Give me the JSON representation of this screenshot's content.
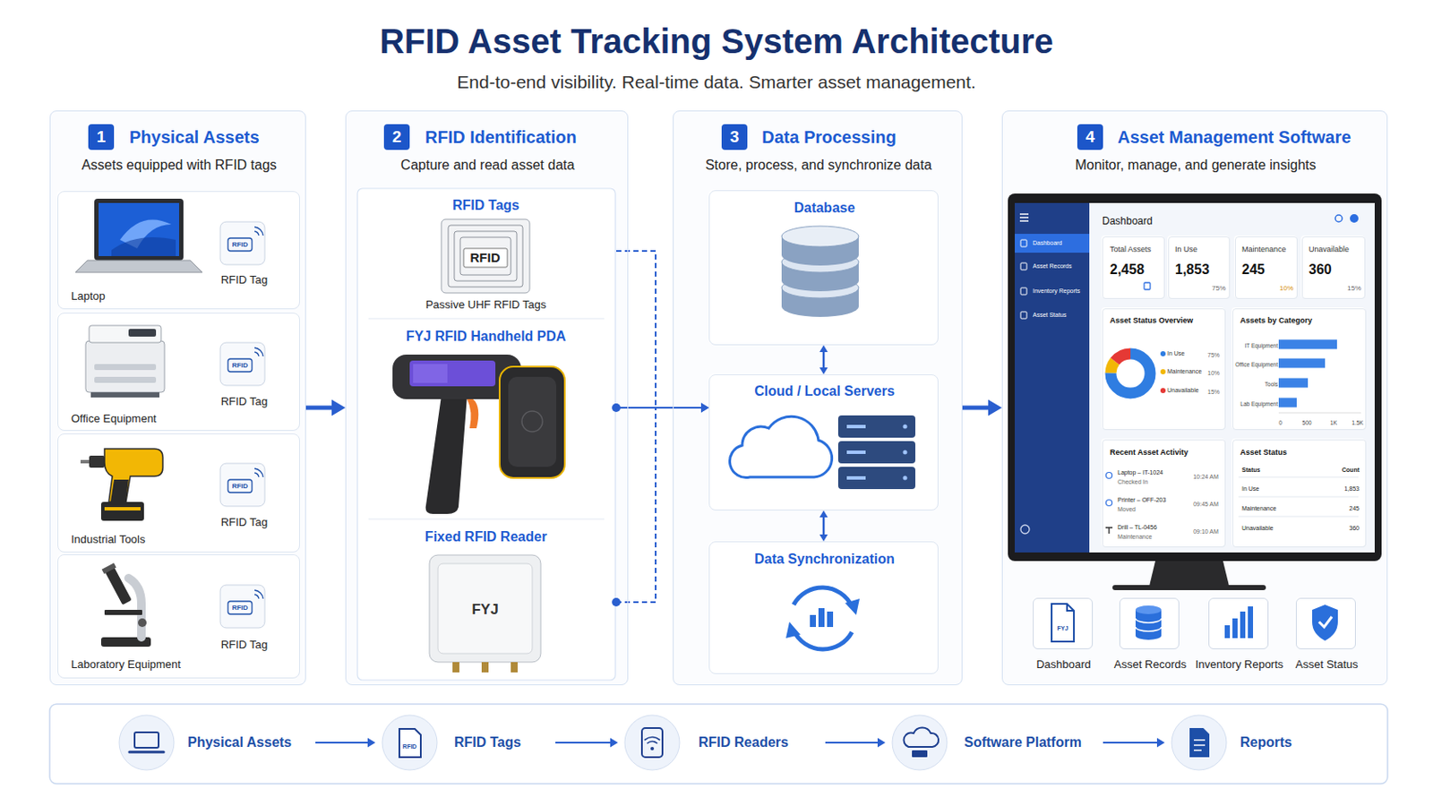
{
  "diagram": {
    "title": "RFID Asset Tracking System Architecture",
    "nodes": [
      {
        "text": [
          "1",
          "Physical Assets",
          "Assets equipped with RFID tags"
        ]
      },
      {
        "text": [
          "Laptop",
          "RFID Tag"
        ],
        "in": 0
      },
      {
        "text": [
          "Office Equipment",
          "RFID Tag"
        ],
        "in": 0
      },
      {
        "text": [
          "Industrial Tools",
          "RFID Tag"
        ],
        "in": 0
      },
      {
        "text": [
          "Laboratory Equipment",
          "RFID Tag"
        ],
        "in": 0
      },
      {
        "text": [
          "2",
          "RFID Identification",
          "Capture and read asset data"
        ]
      },
      {
        "text": [
          "RFID Tags",
          "Passive UHF RFID Tags"
        ],
        "in": 5
      },
      {
        "text": [
          "FYJ RFID Handheld PDA"
        ],
        "in": 5
      },
      {
        "text": [
          "Fixed RFID Reader"
        ],
        "in": 5
      },
      {
        "text": [
          "3",
          "Data Processing",
          "Store, process, and synchronize data"
        ]
      },
      {
        "text": [
          "Database"
        ],
        "in": 9
      },
      {
        "text": [
          "Cloud / Local Servers"
        ],
        "in": 9
      },
      {
        "text": [
          "Data Synchronization"
        ],
        "in": 9
      },
      {
        "text": [
          "4",
          "Asset Management Software",
          "Monitor, manage, and generate insights"
        ]
      },
      {
        "text": [
          "Total Assets",
          "2,458"
        ],
        "in": 13
      },
      {
        "text": [
          "In Use",
          "1,853",
          "75%"
        ],
        "in": 13
      },
      {
        "text": [
          "Maintenance",
          "245",
          "10%"
        ],
        "in": 13
      },
      {
        "text": [
          "Unavailable",
          "360",
          "15%"
        ],
        "in": 13
      },
      {
        "text": [
          "Asset Status Overview",
          "75%",
          "10%",
          "15%"
        ],
        "in": 13
      },
      {
        "text": [
          "Assets by Category",
          "IT Equipment",
          "Office Equipment",
          "Tools",
          "Lab Equipment",
          "0",
          "500",
          "1K",
          "1.5K"
        ],
        "in": 13
      },
      {
        "text": [
          "Recent Asset Activity",
          "Laptop – IT-1024",
          "Checked In",
          "10:24 AM",
          "Printer – OFF-203",
          "Moved",
          "09:45 AM",
          "Drill – TL-0456",
          "Maintenance",
          "09:10 AM"
        ],
        "in": 13
      },
      {
        "text": [
          "Asset Status",
          "Status",
          "Count",
          "In Use",
          "1,853",
          "Maintenance",
          "245",
          "Unavailable",
          "360"
        ],
        "in": 13
      },
      {
        "text": [
          "Dashboard"
        ],
        "in": 13
      },
      {
        "text": [
          "Asset Records"
        ],
        "in": 13
      },
      {
        "text": [
          "Inventory Reports"
        ],
        "in": 13
      },
      {
        "text": [
          "Asset Status"
        ],
        "in": 13
      },
      {
        "text": [
          "Physical Assets"
        ]
      },
      {
        "text": [
          "RFID Tags"
        ]
      },
      {
        "text": [
          "RFID Readers"
        ]
      },
      {
        "text": [
          "Software Platform"
        ]
      },
      {
        "text": [
          "Reports"
        ]
      }
    ],
    "edges": [
      {
        "from": 0,
        "to": 5,
        "arrow": "to"
      },
      {
        "from": 6,
        "to": 11,
        "arrow": "to"
      },
      {
        "from": 7,
        "to": 11,
        "arrow": "to"
      },
      {
        "from": 8,
        "to": 11,
        "arrow": "to"
      },
      {
        "from": 9,
        "to": 13,
        "arrow": "to"
      },
      {
        "from": 10,
        "to": 11,
        "arrow": "both"
      },
      {
        "from": 11,
        "to": 12,
        "arrow": "both"
      },
      {
        "from": 26,
        "to": 27,
        "arrow": "to"
      },
      {
        "from": 27,
        "to": 28,
        "arrow": "to"
      },
      {
        "from": 28,
        "to": 29,
        "arrow": "to"
      },
      {
        "from": 29,
        "to": 30,
        "arrow": "to"
      }
    ],
    "labels": [
      "End-to-end visibility. Real-time data. Smarter asset management.",
      "RFID",
      "RFID",
      "RFID",
      "RFID",
      "RFID",
      "FYJ",
      "Dashboard",
      "Dashboard",
      "Asset Records",
      "Inventory Reports",
      "Asset Status",
      "FYJ",
      "RFID"
    ],
    "legend": [
      {
        "text": "In Use",
        "color": "#2f7de1"
      },
      {
        "text": "Maintenance",
        "color": "#f2b705"
      },
      {
        "text": "Unavailable",
        "color": "#e53935"
      }
    ]
  }
}
